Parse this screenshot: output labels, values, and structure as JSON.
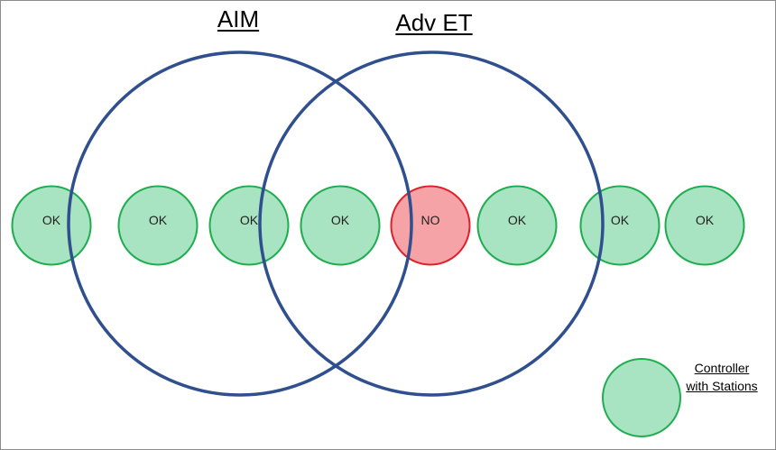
{
  "sets": [
    {
      "id": "aim",
      "title": "AIM"
    },
    {
      "id": "adv-et",
      "title": "Adv ET"
    }
  ],
  "controllers": [
    {
      "label": "OK",
      "status": "ok"
    },
    {
      "label": "OK",
      "status": "ok"
    },
    {
      "label": "OK",
      "status": "ok"
    },
    {
      "label": "OK",
      "status": "ok"
    },
    {
      "label": "NO",
      "status": "no"
    },
    {
      "label": "OK",
      "status": "ok"
    },
    {
      "label": "OK",
      "status": "ok"
    },
    {
      "label": "OK",
      "status": "ok"
    }
  ],
  "legend": {
    "line1": "Controller",
    "line2": "with Stations"
  },
  "colors": {
    "set_ring": "#2f4f8f",
    "ok_fill": "#a8e3c2",
    "ok_stroke": "#1fae4f",
    "no_fill": "#f5a3a6",
    "no_stroke": "#e0202b"
  }
}
